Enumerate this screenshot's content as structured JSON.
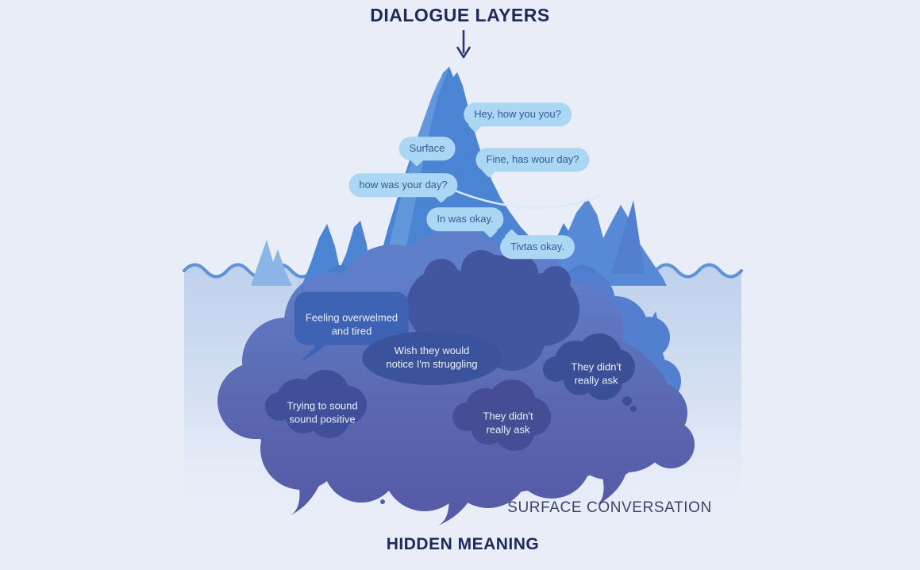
{
  "title": "DIALOGUE LAYERS",
  "icons": {
    "down_arrow": "down-arrow"
  },
  "surface_bubbles": [
    {
      "text": "Hey, how you you?"
    },
    {
      "text": "Surface"
    },
    {
      "text": "Fine, has wour day?"
    },
    {
      "text": "how was your day?"
    },
    {
      "text": "In was okay."
    },
    {
      "text": "Tivtas okay."
    }
  ],
  "hidden_bubbles": [
    {
      "text": "Feeling overwelmed\nand tired"
    },
    {
      "text": "Wish they would\nnotice I'm struggling"
    },
    {
      "text": "They didn't\nreally ask"
    },
    {
      "text": "Trying to sound\nsound positive"
    },
    {
      "text": "They didn't\nreally ask"
    }
  ],
  "captions": {
    "surface": "SURFACE CONVERSATION",
    "hidden": "HIDDEN MEANING"
  },
  "colors": {
    "background": "#e9edf8",
    "title_text": "#202a5a",
    "water_fill": "#c2d3ec",
    "wave_stroke": "#5e93d8",
    "iceberg_above": "#4c84d4",
    "iceberg_below": "#5a63ab",
    "dark_cloud": "#41569f",
    "surface_bubble_bg": "#abd7f4",
    "surface_bubble_text": "#2d5e93",
    "hidden_bubble_bg": "#3f63b4",
    "wish_bubble_bg": "#3b539c",
    "hidden_text": "#eaf0fb",
    "caption_text": "#3a4468"
  }
}
